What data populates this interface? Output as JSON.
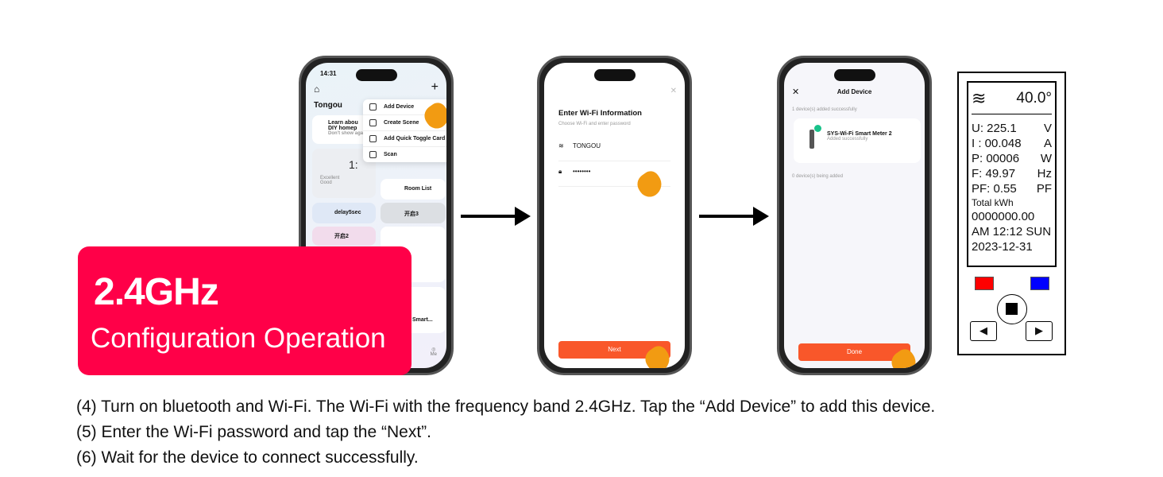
{
  "phone1": {
    "time": "14:31",
    "home": "Tongou",
    "plus": "+",
    "menu": [
      "Add Device",
      "Create Scene",
      "Add Quick Toggle Card",
      "Scan"
    ],
    "learn_title1": "Learn abou",
    "learn_title2": "DIY homep",
    "learn_sub": "Don't show aga",
    "weather_temp": "1:",
    "weather_1": "Excellent",
    "weather_2": "Good",
    "room_list": "Room List",
    "scenes": [
      "delay5sec",
      "开启3",
      "开启2"
    ],
    "smart": "Smart...",
    "me": "Me"
  },
  "phone2": {
    "title": "Enter Wi-Fi Information",
    "subtitle": "Choose Wi-Fi and enter password",
    "ssid": "TONGOU",
    "password": "••••••••",
    "next": "Next"
  },
  "phone3": {
    "title": "Add Device",
    "added_count": "1 device(s) added successfully",
    "device_name": "SYS-Wi-Fi Smart Meter 2",
    "device_status": "Added successfully",
    "adding_count": "0 device(s) being added",
    "done": "Done"
  },
  "badge": {
    "title": "2.4GHz",
    "subtitle": "Configuration Operation"
  },
  "meter": {
    "temp": "40.0°",
    "rows": [
      [
        "U: 225.1",
        "V"
      ],
      [
        "I : 00.048",
        "A"
      ],
      [
        "P: 00006",
        "W"
      ],
      [
        "F: 49.97",
        "Hz"
      ],
      [
        "PF: 0.55",
        "PF"
      ]
    ],
    "total_label": "Total kWh",
    "total": "0000000.00",
    "time": "AM 12:12 SUN",
    "date": "2023-12-31"
  },
  "steps": [
    "(4) Turn on bluetooth and Wi-Fi. The Wi-Fi with the frequency band 2.4GHz. Tap the “Add Device” to add this device.",
    "(5) Enter the Wi-Fi password and tap the “Next”.",
    "(6) Wait for the device to connect successfully."
  ],
  "colors": {
    "accent": "#ff0048",
    "button": "#f9572a",
    "hand": "#f29b12"
  }
}
